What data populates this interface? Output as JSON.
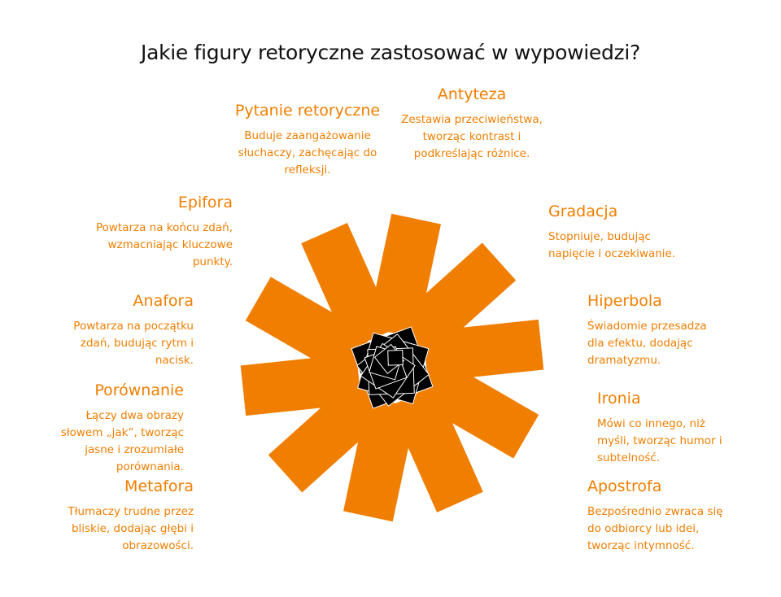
{
  "title": "Jakie figury retoryczne zastosować w wypowiedzi?",
  "colors": {
    "accent": "#F07E00",
    "center": "#000000",
    "title": "#111111"
  },
  "items": [
    {
      "title": "Antyteza",
      "desc": "Zestawia przeciwieństwa, tworząc kontrast i podkreślając różnice."
    },
    {
      "title": "Gradacja",
      "desc": "Stopniuje, budując napięcie i oczekiwanie."
    },
    {
      "title": "Hiperbola",
      "desc": "Świadomie przesadza dla efektu, dodając dramatyzmu."
    },
    {
      "title": "Ironia",
      "desc": "Mówi co innego, niż myśli, tworząc humor i subtelność."
    },
    {
      "title": "Apostrofa",
      "desc": "Bezpośrednio zwraca się do odbiorcy lub idei, tworząc intymność."
    },
    {
      "title": "Metafora",
      "desc": "Tłumaczy trudne przez bliskie, dodając głębi i obrazowości."
    },
    {
      "title": "Porównanie",
      "desc": "Łączy dwa obrazy słowem „jak”, tworząc jasne i zrozumiałe porównania."
    },
    {
      "title": "Anafora",
      "desc": "Powtarza na początku zdań, budując rytm i nacisk."
    },
    {
      "title": "Epifora",
      "desc": "Powtarza na końcu zdań, wzmacniając kluczowe punkty."
    },
    {
      "title": "Pytanie retoryczne",
      "desc": "Buduje zaangażowanie słuchaczy, zachęcając do refleksji."
    }
  ]
}
